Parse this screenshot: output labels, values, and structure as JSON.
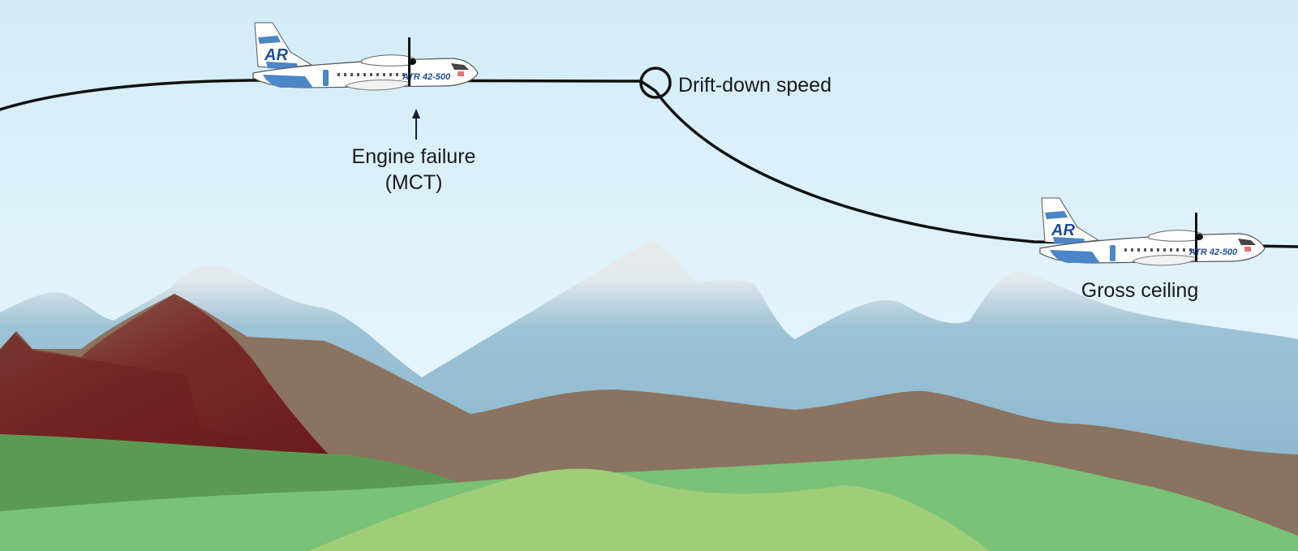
{
  "labels": {
    "engine_failure_line1": "Engine failure",
    "engine_failure_line2": "(MCT)",
    "drift_down_speed": "Drift-down speed",
    "gross_ceiling": "Gross ceiling"
  },
  "aircraft": {
    "brand_mark": "AR",
    "model_text": "ATR 42-500"
  },
  "colors": {
    "sky_top": "#d2ecf8",
    "sky_bottom": "#eef8fd",
    "flight_path": "#111111",
    "far_mountains": "#8fbad0",
    "snow": "#e6e6e6",
    "brown_hills": "#8a7360",
    "red_mountains": "#6e1e1e",
    "dark_green": "#5a9a55",
    "mid_green": "#7ac277",
    "light_green": "#a0ce78",
    "livery_blue": "#4a86c8",
    "livery_dark_blue": "#1f4f96"
  }
}
